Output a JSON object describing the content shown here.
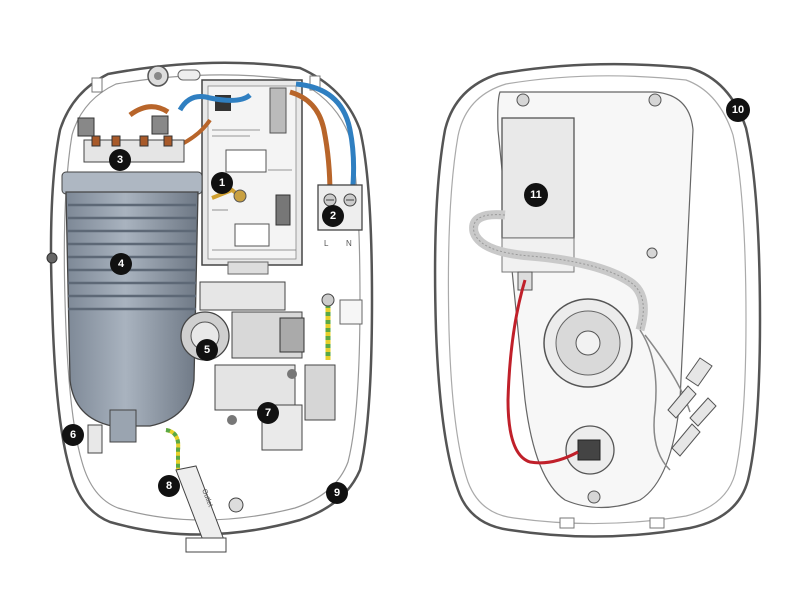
{
  "figure": {
    "callouts": [
      "1",
      "2",
      "3",
      "4",
      "5",
      "6",
      "7",
      "8",
      "9",
      "10",
      "11"
    ],
    "printed_text": {
      "terminal_left": "L",
      "terminal_right": "N",
      "outlet_label": "Outlet"
    }
  },
  "colors": {
    "brown_wire": "#b8652a",
    "blue_wire": "#2f7fc1",
    "earth_green": "#5aa845",
    "earth_yellow": "#e8cf2a",
    "red_wire": "#c0202a",
    "heater_can": "#8e9aa8",
    "heater_ribs": "#6f7c8b",
    "cable_grey": "#c9c9c9",
    "badge": "#111111"
  }
}
